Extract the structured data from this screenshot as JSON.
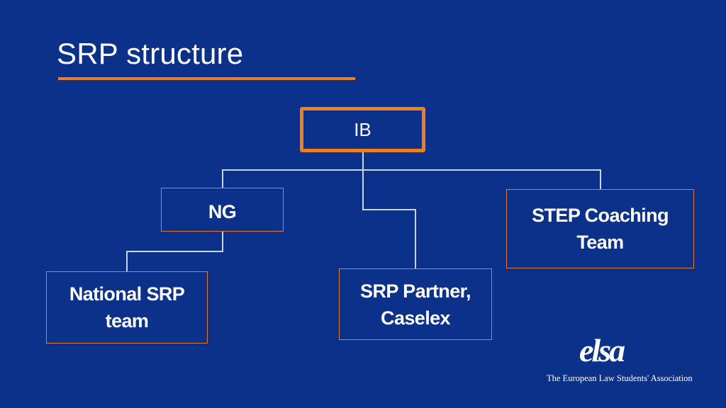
{
  "slide": {
    "title": "SRP structure",
    "accent_color": "#f07f1c",
    "background_color": "#0b318a"
  },
  "diagram": {
    "nodes": {
      "ib": "IB",
      "ng": "NG",
      "step_line1": "STEP Coaching",
      "step_line2": "Team",
      "national_line1": "National SRP",
      "national_line2": "team",
      "partner_line1": "SRP Partner,",
      "partner_line2": "Caselex"
    },
    "edges": [
      [
        "IB",
        "NG"
      ],
      [
        "IB",
        "STEP Coaching Team"
      ],
      [
        "IB",
        "SRP Partner, Caselex"
      ],
      [
        "NG",
        "National SRP team"
      ]
    ]
  },
  "footer": {
    "logo_icon": "elsa-logo-icon",
    "logo_wordmark": "elsa",
    "organization": "The European Law Students' Association"
  }
}
